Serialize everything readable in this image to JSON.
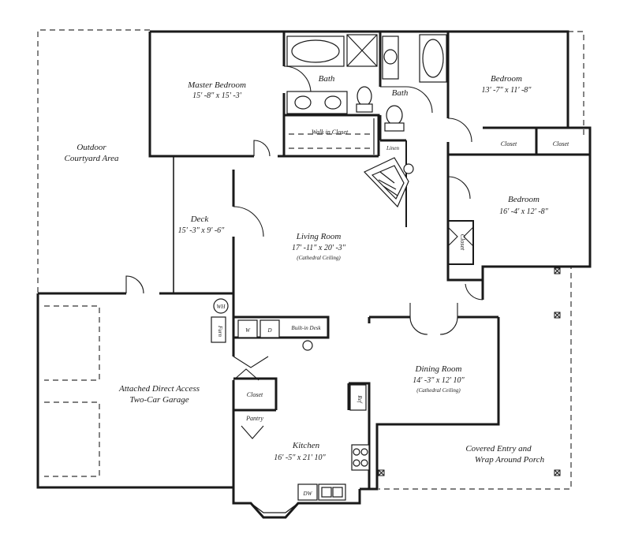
{
  "rooms": {
    "master_bedroom": {
      "name": "Master Bedroom",
      "dims": "15' -8\" x 15' -3'"
    },
    "bath_master": {
      "name": "Bath"
    },
    "walk_in_closet": {
      "name": "Walk in Closet"
    },
    "bath_hall": {
      "name": "Bath"
    },
    "linen": {
      "name": "Linen"
    },
    "bedroom_1": {
      "name": "Bedroom",
      "dims": "13' -7\" x 11' -8\""
    },
    "closet_1": {
      "name": "Closet"
    },
    "closet_2": {
      "name": "Closet"
    },
    "bedroom_2": {
      "name": "Bedroom",
      "dims": "16' -4' x 12' -8\""
    },
    "closet_3": {
      "name": "Closet"
    },
    "courtyard": {
      "name_line1": "Outdoor",
      "name_line2": "Courtyard Area"
    },
    "deck": {
      "name": "Deck",
      "dims": "15' -3\" x 9' -6\""
    },
    "living_room": {
      "name": "Living Room",
      "dims": "17' -11\" x 20' -3\"",
      "note": "(Cathedral Ceiling)"
    },
    "garage": {
      "name_line1": "Attached Direct Access",
      "name_line2": "Two-Car Garage"
    },
    "built_in_desk": {
      "name": "Built-in Desk"
    },
    "closet_4": {
      "name": "Closet"
    },
    "pantry": {
      "name": "Pantry"
    },
    "kitchen": {
      "name": "Kitchen",
      "dims": "16' -5\" x 21' 10\""
    },
    "dining_room": {
      "name": "Dining Room",
      "dims": "14' -3\" x 12' 10\"",
      "note": "(Cathedral Ceiling)"
    },
    "porch": {
      "name_line1": "Covered Entry and",
      "name_line2": "Wrap Around Porch"
    }
  },
  "fixtures": {
    "water_heater": "WH",
    "furnace": "Furn",
    "washer": "W",
    "dryer": "D",
    "refrigerator": "Ref",
    "dishwasher": "DW"
  }
}
